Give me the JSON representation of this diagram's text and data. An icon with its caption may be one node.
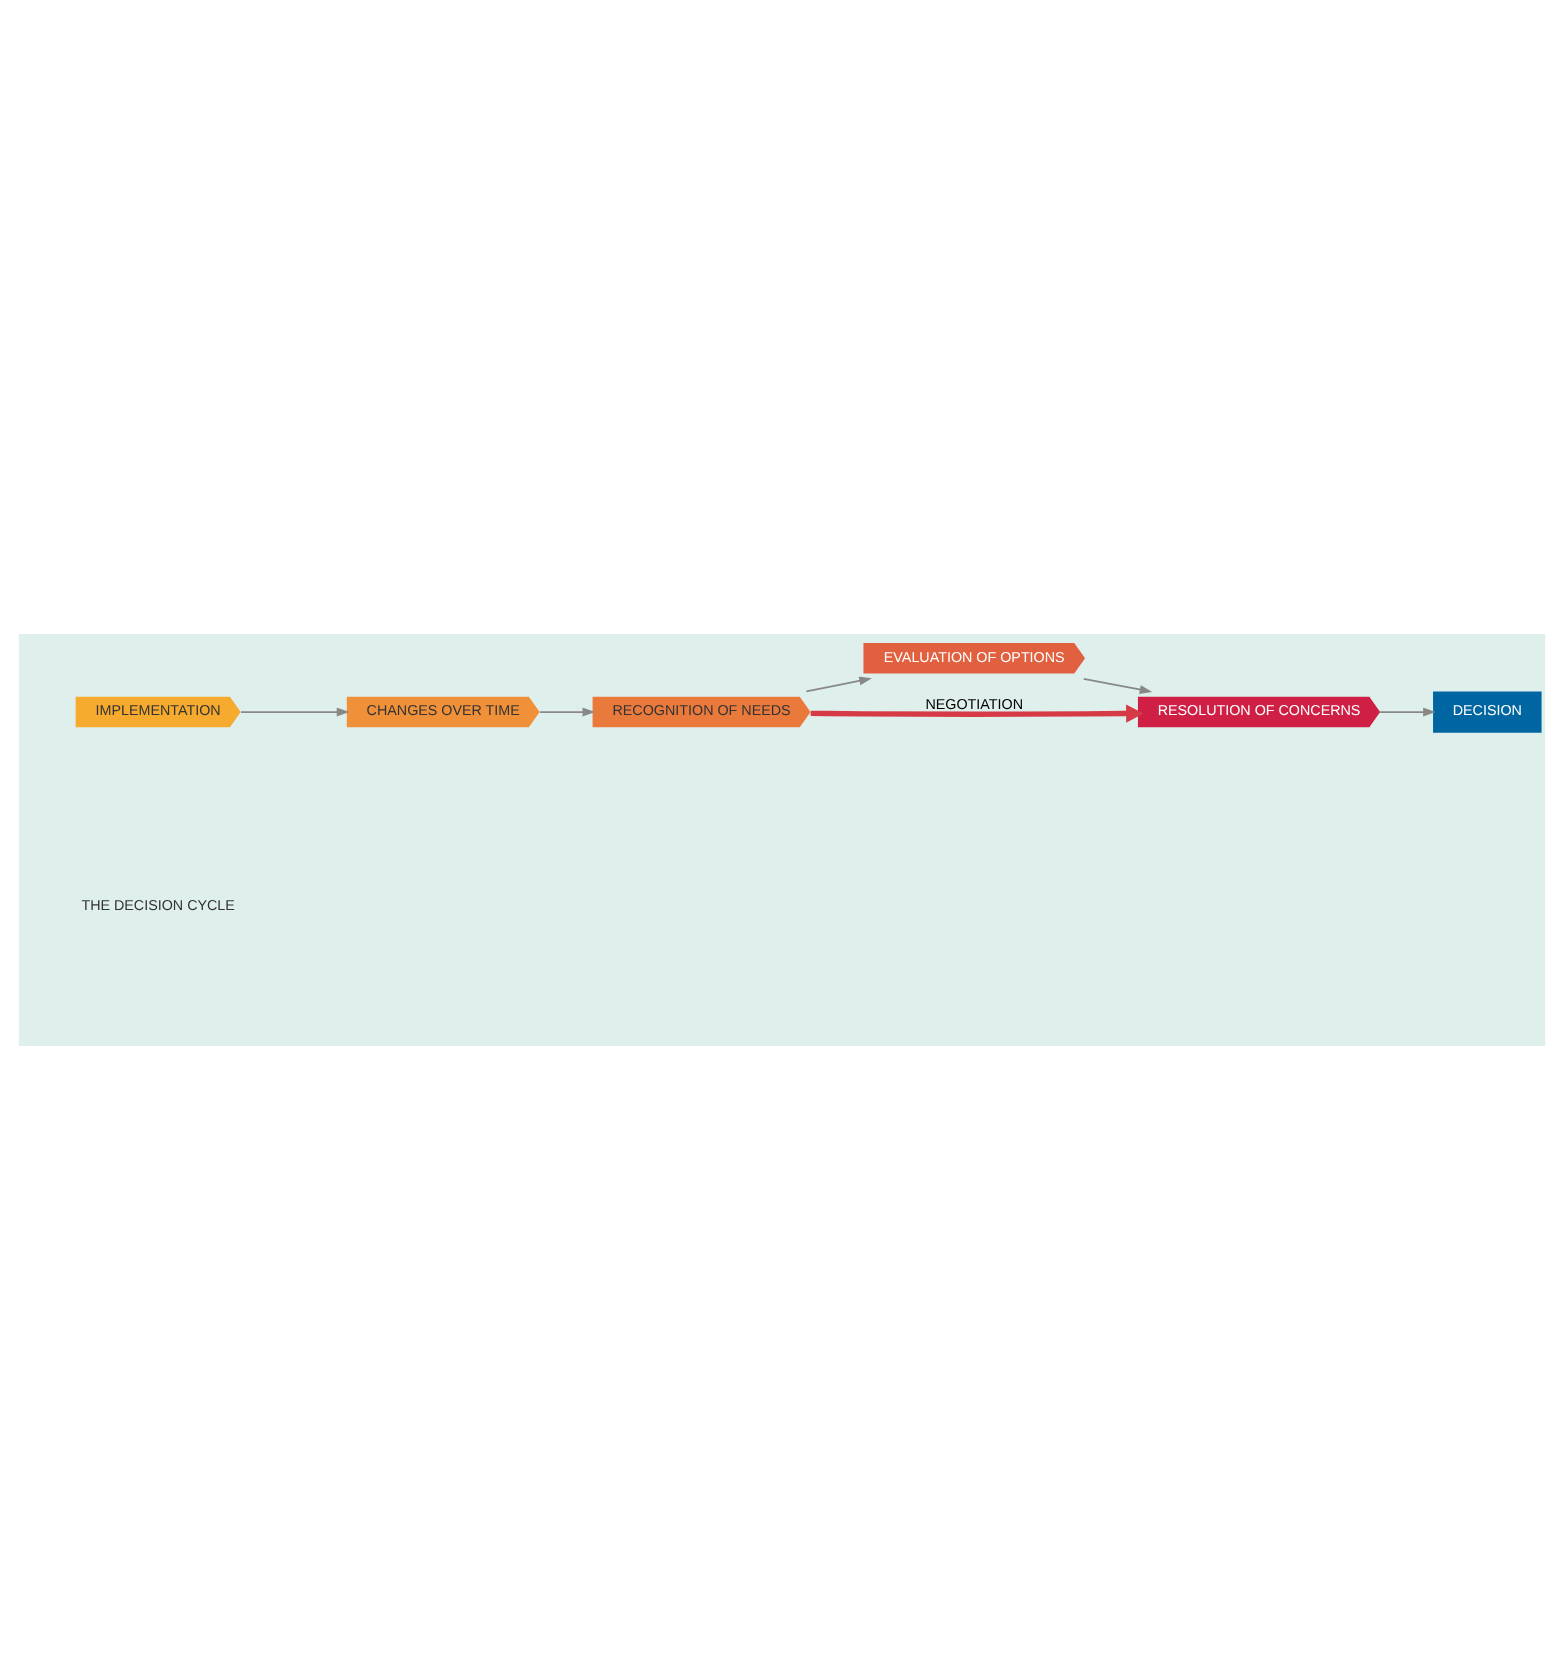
{
  "diagram": {
    "nodes": [
      {
        "text": [
          "THE DECISION CYCLE"
        ]
      },
      {
        "text": [
          "IMPLEMENTATION"
        ]
      },
      {
        "text": [
          "CHANGES OVER TIME"
        ]
      },
      {
        "text": [
          "RECOGNITION OF NEEDS"
        ]
      },
      {
        "text": [
          "EVALUATION OF OPTIONS"
        ]
      },
      {
        "text": [
          "RESOLUTION OF CONCERNS"
        ]
      },
      {
        "text": [
          "DECISION"
        ]
      }
    ],
    "edges": [
      {
        "from": 1,
        "to": 2,
        "arrow": "to"
      },
      {
        "from": 2,
        "to": 3,
        "arrow": "to"
      },
      {
        "from": 3,
        "to": 4,
        "arrow": "to"
      },
      {
        "from": 4,
        "to": 5,
        "arrow": "to"
      },
      {
        "from": 5,
        "to": 6,
        "arrow": "to"
      },
      {
        "from": 3,
        "to": 5,
        "arrow": "to",
        "label": "NEGOTIATION",
        "style": "thick",
        "color": "#d63a46"
      }
    ]
  }
}
